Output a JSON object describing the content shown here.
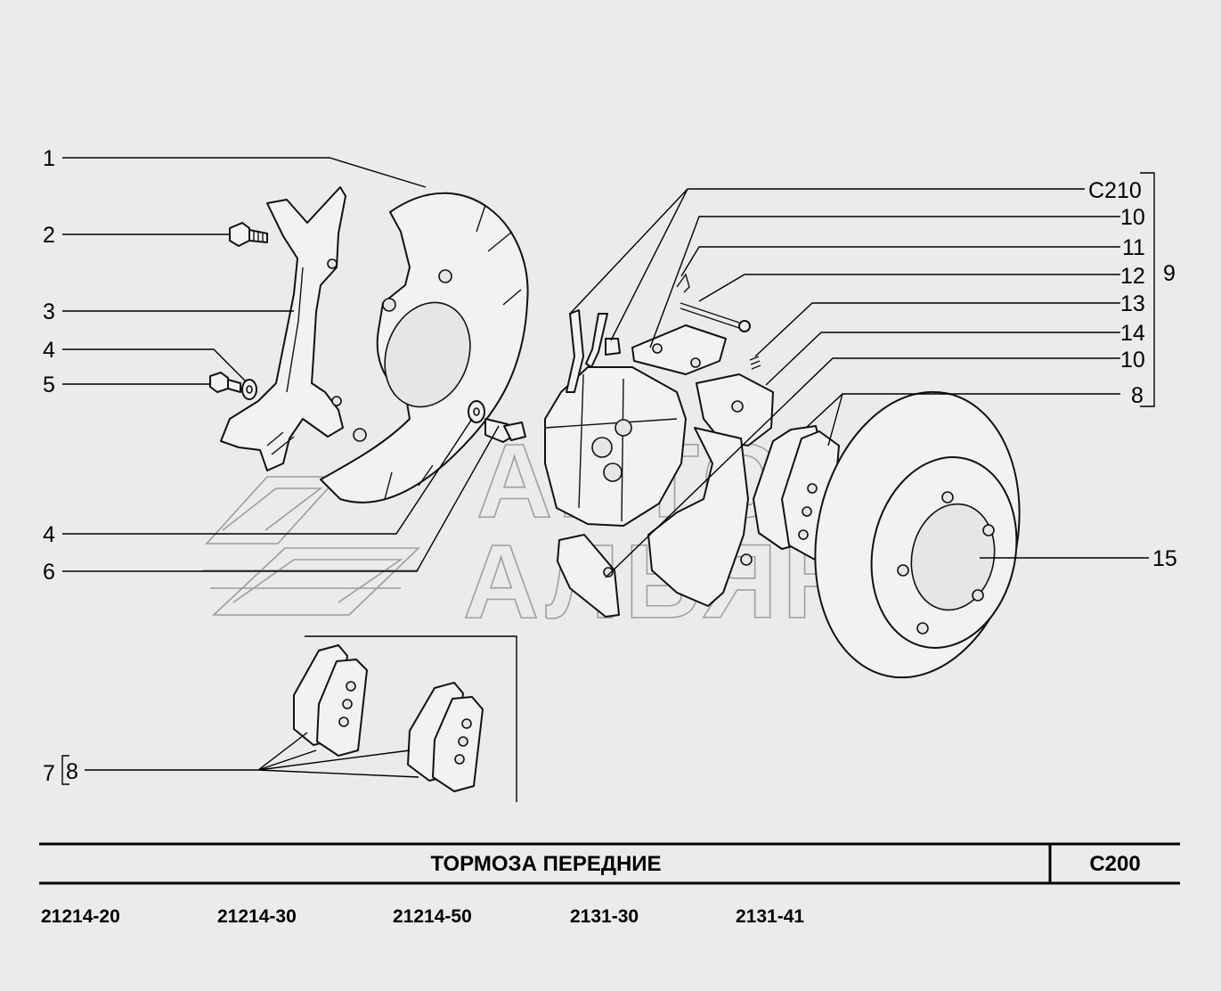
{
  "callouts": {
    "c1": "1",
    "c2": "2",
    "c3": "3",
    "c4a": "4",
    "c5": "5",
    "c4b": "4",
    "c6": "6",
    "c7": "7",
    "c8a": "8",
    "c210": "C210",
    "c10a": "10",
    "c11": "11",
    "c12": "12",
    "c13": "13",
    "c14": "14",
    "c10b": "10",
    "c8b": "8",
    "c9": "9",
    "c15": "15"
  },
  "watermark": {
    "line1": "АВТО",
    "line2": "АЛЬЯНС"
  },
  "title_block": {
    "title": "ТОРМОЗА   ПЕРЕДНИЕ",
    "code": "C200"
  },
  "models": [
    "21214-20",
    "21214-30",
    "21214-50",
    "2131-30",
    "2131-41"
  ]
}
